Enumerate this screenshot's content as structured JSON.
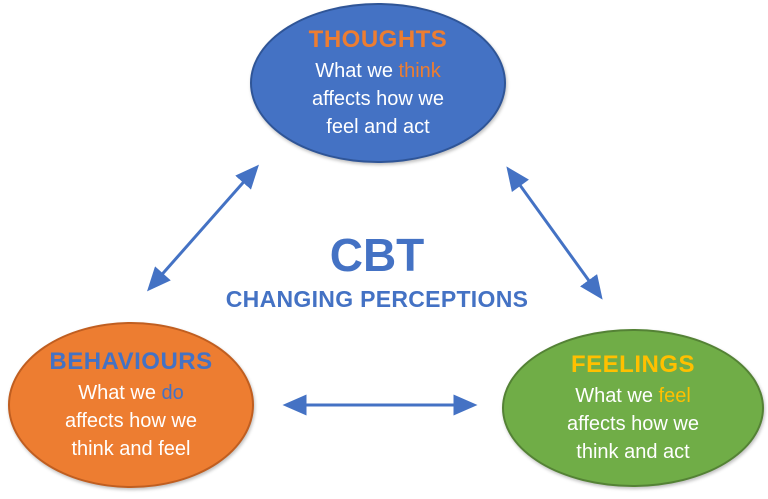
{
  "diagram": {
    "name": "cbt-triangle-diagram",
    "background": "#ffffff"
  },
  "colors": {
    "blue": "#4472C4",
    "blue_border": "#2F5597",
    "orange": "#ED7D31",
    "orange_border": "#C05E20",
    "green": "#70AD47",
    "green_border": "#548235",
    "yellow": "#FFC000",
    "white": "#FFFFFF",
    "arrow": "#4472C4"
  },
  "center_box": {
    "title": "CBT",
    "subtitle": "CHANGING PERCEPTIONS",
    "text_color": "#4472C4"
  },
  "nodes": [
    {
      "id": "thoughts",
      "title": "THOUGHTS",
      "title_color": "#ED7D31",
      "fill": "#4472C4",
      "border_color": "#2F5597",
      "highlight_color": "#ED7D31",
      "line1_pre": "What we ",
      "line1_word": "think",
      "line2": "affects how we",
      "line3": "feel and act"
    },
    {
      "id": "behaviours",
      "title": "BEHAVIOURS",
      "title_color": "#4472C4",
      "fill": "#ED7D31",
      "border_color": "#C05E20",
      "highlight_color": "#4472C4",
      "line1_pre": "What we ",
      "line1_word": "do",
      "line2": "affects how we",
      "line3": "think and feel"
    },
    {
      "id": "feelings",
      "title": "FEELINGS",
      "title_color": "#FFC000",
      "fill": "#70AD47",
      "border_color": "#548235",
      "highlight_color": "#FFC000",
      "line1_pre": "What we ",
      "line1_word": "feel",
      "line2": "affects how we",
      "line3": "think and act"
    }
  ],
  "arrows": {
    "color": "#4472C4",
    "connections": [
      "thoughts-behaviours",
      "thoughts-feelings",
      "behaviours-feelings"
    ]
  }
}
